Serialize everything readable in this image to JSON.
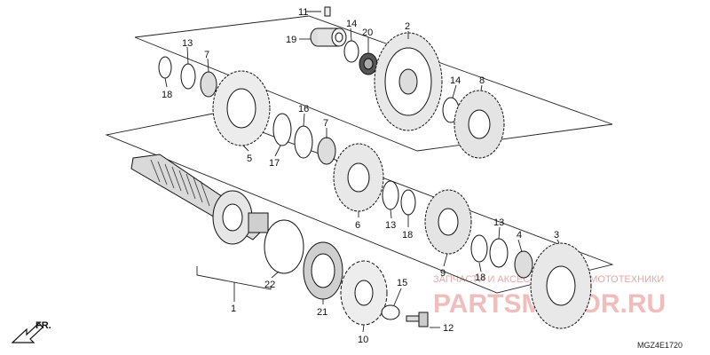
{
  "callouts": {
    "c11": "11",
    "c14a": "14",
    "c2": "2",
    "c19": "19",
    "c20": "20",
    "c13a": "13",
    "c7a": "7",
    "c18a": "18",
    "c14b": "14",
    "c8": "8",
    "c16": "16",
    "c7b": "7",
    "c5": "5",
    "c17": "17",
    "c6": "6",
    "c13b": "13",
    "c18b": "18",
    "c9": "9",
    "c13c": "13",
    "c4": "4",
    "c3": "3",
    "c18c": "18",
    "c22": "22",
    "c1": "1",
    "c21": "21",
    "c15": "15",
    "c10": "10",
    "c12": "12"
  },
  "front_label": "FR.",
  "watermark": {
    "line1": "ЗАПЧАСТИ И АКСЕССУАРЫ ДЛЯ МОТОТЕХНИКИ",
    "line2": "PARTSMOTOR.RU"
  },
  "ref_code": "MGZ4E1720"
}
